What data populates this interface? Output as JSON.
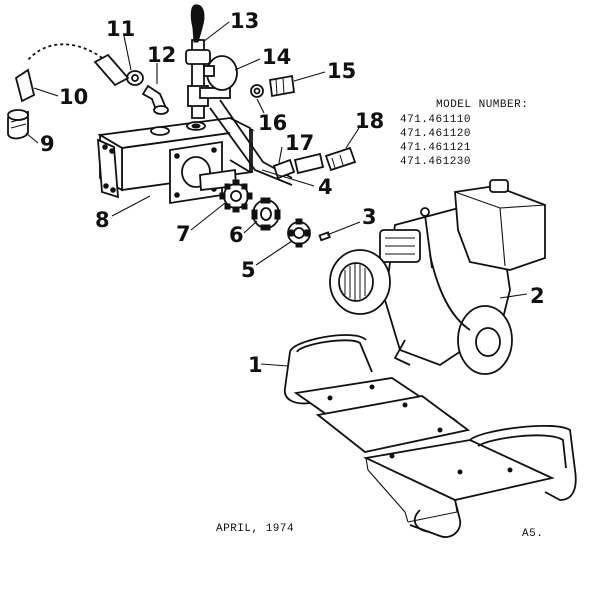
{
  "diagram": {
    "model_header": "MODEL NUMBER:",
    "model_numbers": [
      "471.461110",
      "471.461120",
      "471.461121",
      "471.461230"
    ],
    "date": "APRIL, 1974",
    "page_code": "A5.",
    "callouts": [
      "1",
      "2",
      "3",
      "4",
      "5",
      "6",
      "7",
      "8",
      "9",
      "10",
      "11",
      "12",
      "13",
      "14",
      "15",
      "16",
      "17",
      "18"
    ]
  }
}
